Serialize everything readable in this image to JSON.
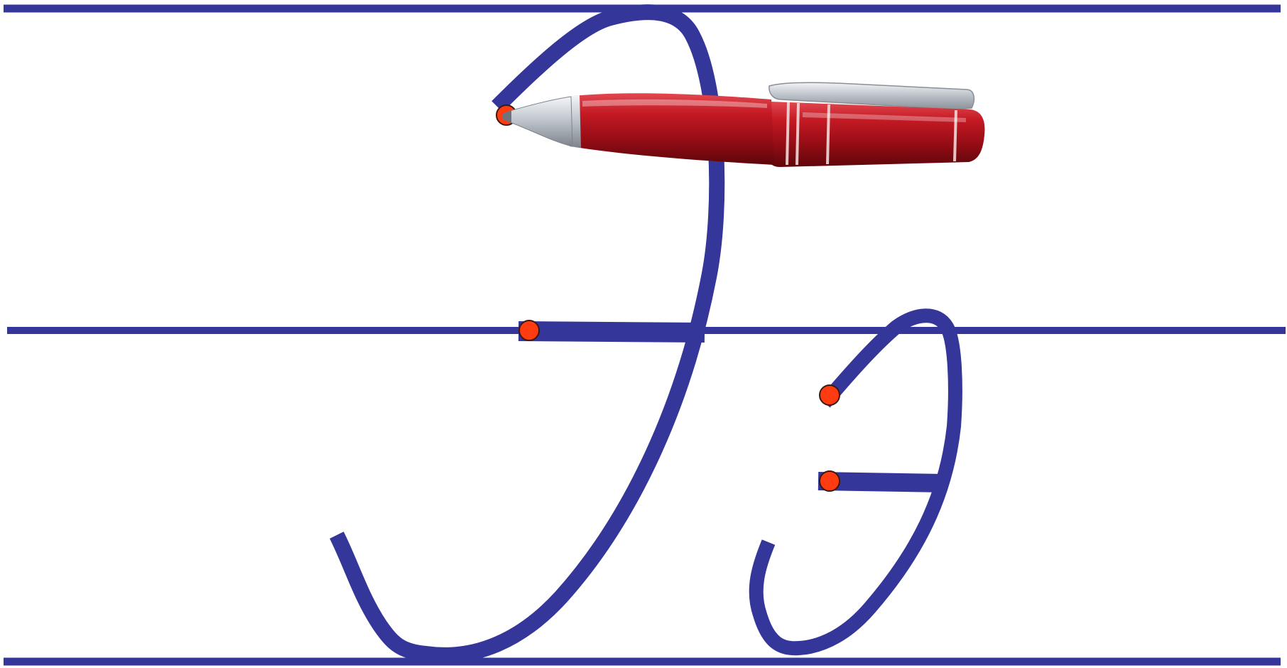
{
  "colors": {
    "ruling_line": "#35369a",
    "letter_stroke": "#35369a",
    "start_dot": "#ff3b12",
    "start_dot_outline": "#3a1a10",
    "pen_body": "#b3121c",
    "pen_cap_clip": "#c8cdd3",
    "pen_tip": "#c9ced4",
    "background": "#ffffff"
  },
  "letters": [
    {
      "name": "capital-cursive-e-reversed",
      "case": "upper"
    },
    {
      "name": "lowercase-cursive-e-reversed",
      "case": "lower"
    }
  ],
  "icons": {
    "pen": "red-fountain-pen-icon",
    "start_point": "start-point-dot-icon"
  }
}
